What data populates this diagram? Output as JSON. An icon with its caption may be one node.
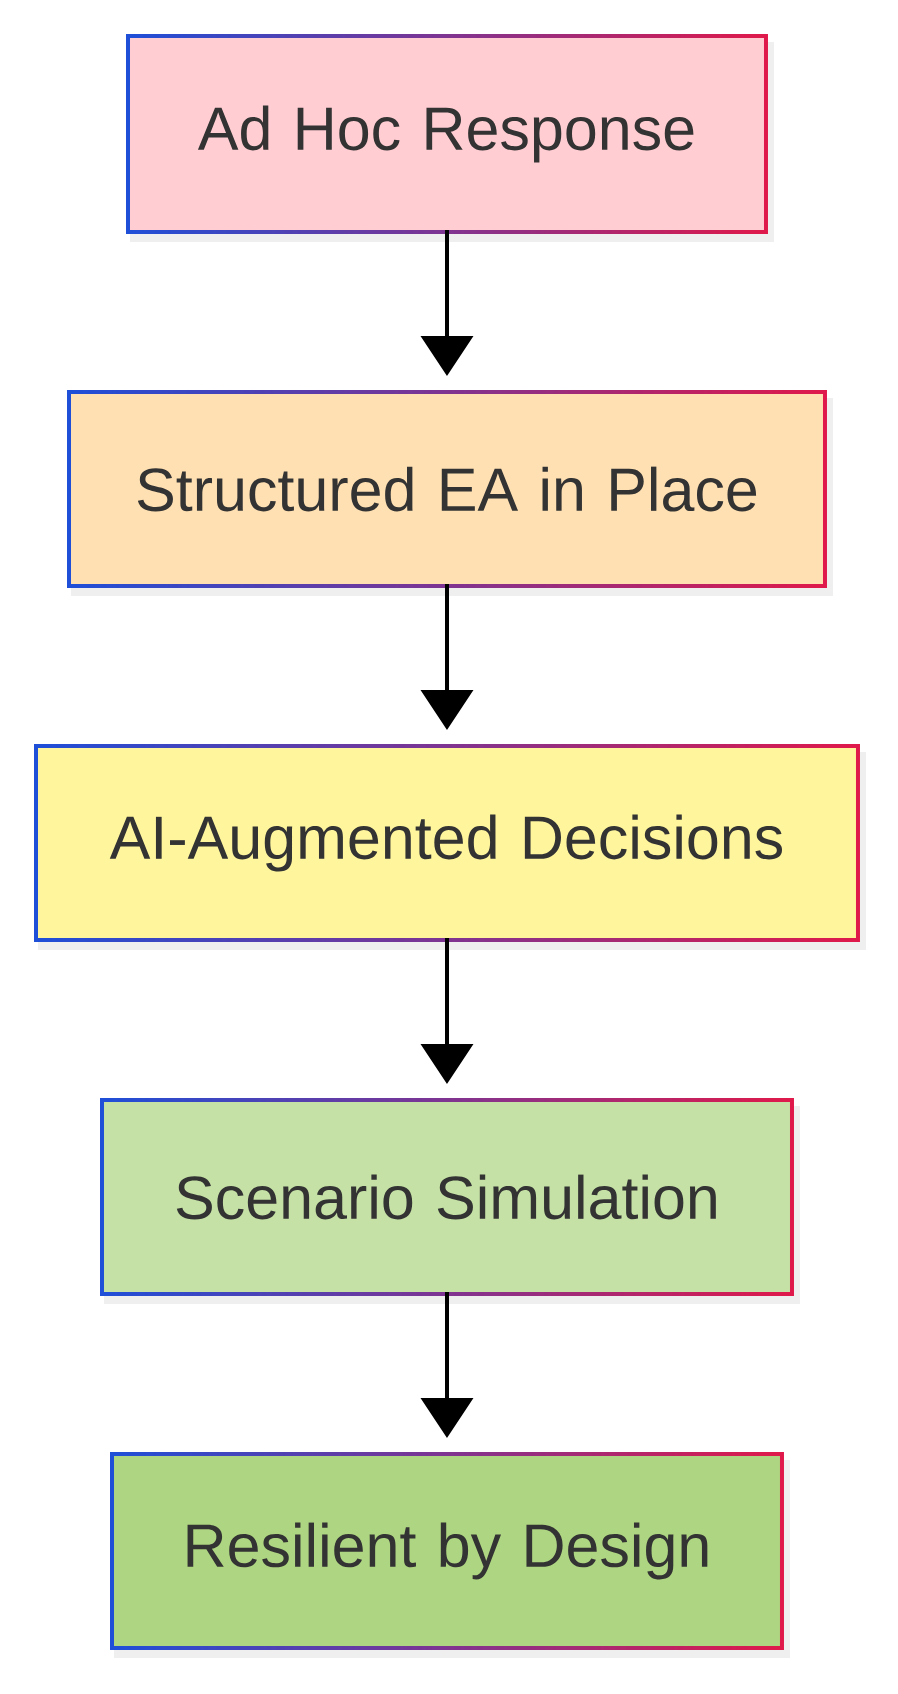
{
  "diagram": {
    "nodes": [
      {
        "text": [
          "Ad Hoc Response"
        ]
      },
      {
        "text": [
          "Structured EA in Place"
        ]
      },
      {
        "text": [
          "AI-Augmented Decisions"
        ]
      },
      {
        "text": [
          "Scenario Simulation"
        ]
      },
      {
        "text": [
          "Resilient by Design"
        ]
      }
    ],
    "edges": [
      {
        "from": 0,
        "to": 1,
        "arrow": "to"
      },
      {
        "from": 1,
        "to": 2,
        "arrow": "to"
      },
      {
        "from": 2,
        "to": 3,
        "arrow": "to"
      },
      {
        "from": 3,
        "to": 4,
        "arrow": "to"
      }
    ]
  }
}
